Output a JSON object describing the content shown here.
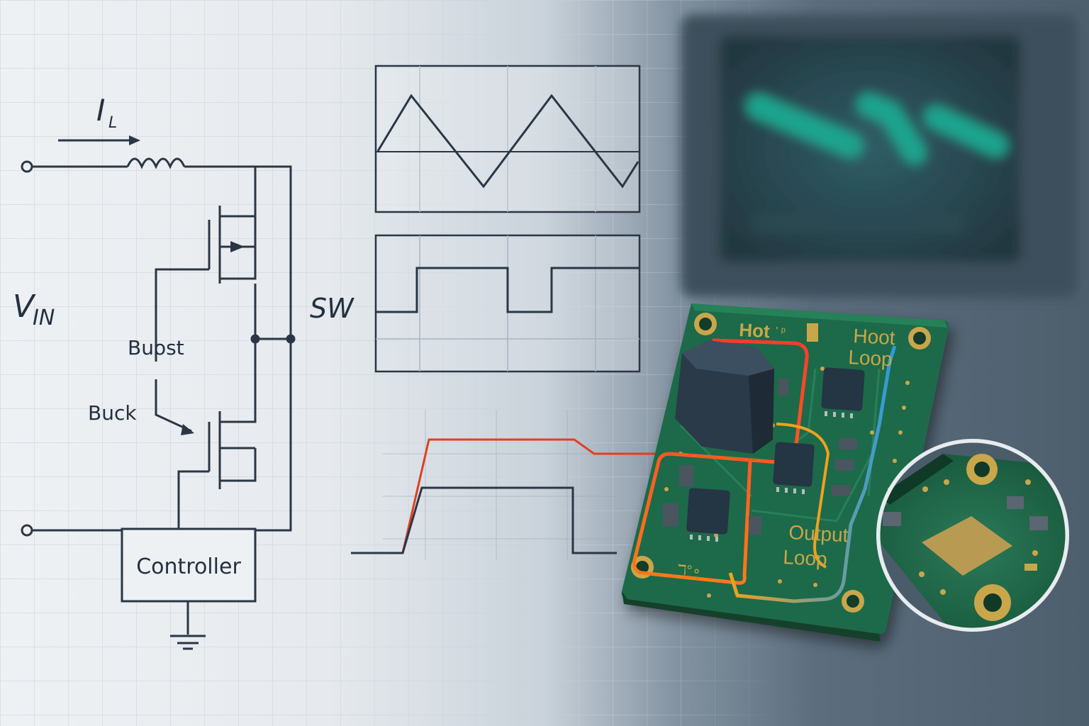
{
  "schematic": {
    "current_label_main": "I",
    "current_label_sub": "L",
    "vin_main": "V",
    "vin_sub": "IN",
    "sw_label": "SW",
    "boost_label": "Buost",
    "buck_label": "Buck",
    "controller_label": "Controller"
  },
  "pcb": {
    "hot_label": "Hot",
    "hot_label_suffix": "' ᵖ",
    "hoot_loop_line1": "Hoot",
    "hoot_loop_line2": "Loop",
    "output_loop_line1": "Output",
    "output_loop_line2": "Loop",
    "silkscreen_mark": "ℸ°∘"
  },
  "colors": {
    "schematic_line": "#2b3645",
    "pcb_green": "#1f6b4a",
    "hot_trace": "#ff4a1f",
    "output_trace_orange": "#f0a020",
    "output_trace_blue": "#2a9be0",
    "gold_pad": "#c9a64a",
    "scope_teal": "#1ea58f"
  }
}
